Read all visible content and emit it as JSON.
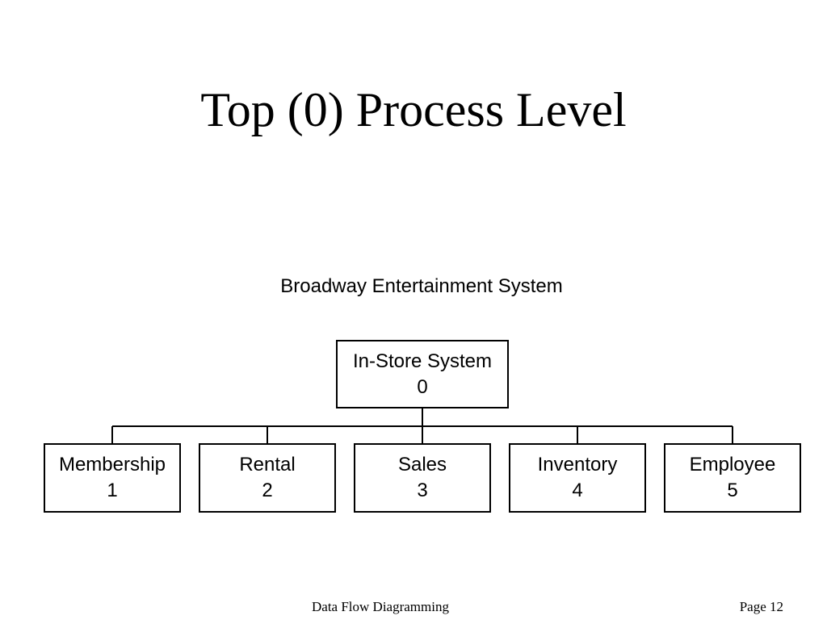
{
  "slide": {
    "title": "Top (0) Process Level"
  },
  "diagram": {
    "heading": "Broadway Entertainment System",
    "root": {
      "label": "In-Store System",
      "number": "0"
    },
    "children": [
      {
        "label": "Membership",
        "number": "1"
      },
      {
        "label": "Rental",
        "number": "2"
      },
      {
        "label": "Sales",
        "number": "3"
      },
      {
        "label": "Inventory",
        "number": "4"
      },
      {
        "label": "Employee",
        "number": "5"
      }
    ]
  },
  "footer": {
    "center_text": "Data Flow Diagramming",
    "page_label": "Page 12"
  },
  "colors": {
    "line": "#000000",
    "background": "#ffffff"
  }
}
